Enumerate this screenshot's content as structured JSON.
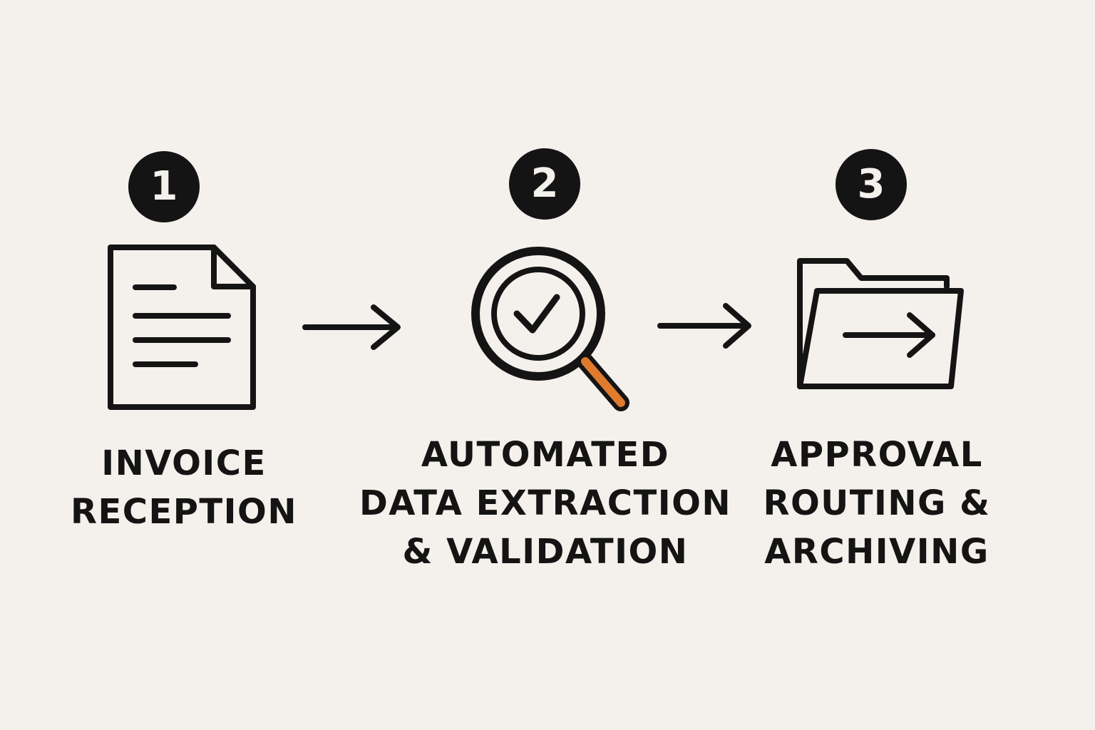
{
  "steps": [
    {
      "number": "1",
      "icon": "invoice-document-icon",
      "label_lines": [
        "INVOICE",
        "RECEPTION"
      ]
    },
    {
      "number": "2",
      "icon": "magnifier-check-icon",
      "label_lines": [
        "AUTOMATED",
        "DATA EXTRACTION",
        "& VALIDATION"
      ]
    },
    {
      "number": "3",
      "icon": "folder-arrow-icon",
      "label_lines": [
        "APPROVAL",
        "ROUTING &",
        "ARCHIVING"
      ]
    }
  ],
  "connectors": [
    "arrow-right-icon",
    "arrow-right-icon"
  ],
  "colors": {
    "background": "#f4f0eb",
    "ink": "#141414",
    "accent": "#e07a2e"
  }
}
